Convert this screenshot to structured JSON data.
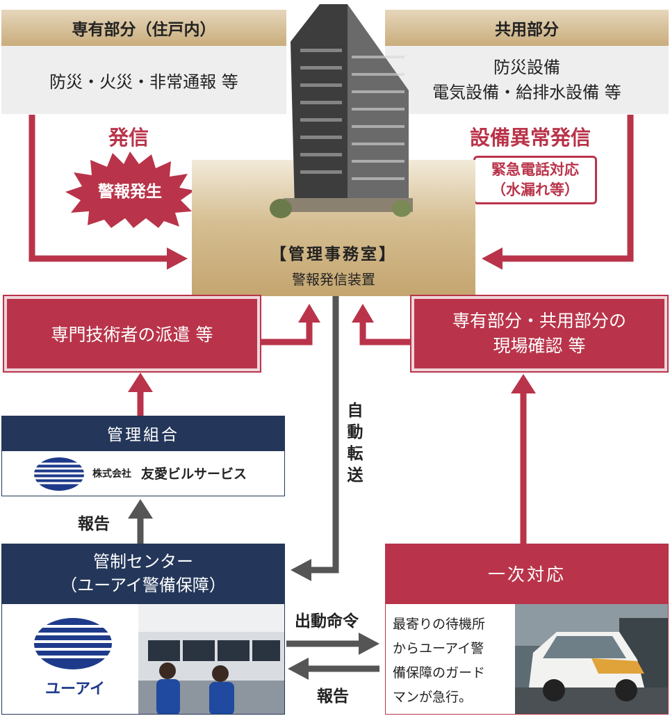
{
  "colors": {
    "accent_red": "#b9344a",
    "navy": "#24375a",
    "gold": "#c9ad7c",
    "arrow_grey": "#555555"
  },
  "private_area": {
    "header": "専有部分（住戸内）",
    "body": "防災・火災・非常通報 等",
    "send_label": "発信",
    "burst_label": "警報発生"
  },
  "common_area": {
    "header": "共用部分",
    "body_line1": "防災設備",
    "body_line2": "電気設備・給排水設備 等",
    "send_label": "設備異常発信",
    "note_line1": "緊急電話対応",
    "note_line2": "（水漏れ等）"
  },
  "office": {
    "title": "【管理事務室】",
    "subtitle": "警報発信装置"
  },
  "dispatch_box": "専門技術者の派遣 等",
  "confirm_box": {
    "line1": "専有部分・共用部分の",
    "line2": "現場確認 等"
  },
  "auto_transfer": [
    "自",
    "動",
    "転",
    "送"
  ],
  "association": {
    "header": "管理組合",
    "company_prefix": "株式会社",
    "company_name": "友愛ビルサービス"
  },
  "report_up": "報告",
  "control_center": {
    "line1": "管制センター",
    "line2": "（ユーアイ警備保障）",
    "logo_text": "ユーアイ"
  },
  "dispatch_order": "出動命令",
  "report_back": "報告",
  "primary_response": {
    "header": "一次対応",
    "lines": [
      "最寄りの待機所",
      "からユーアイ警",
      "備保障のガード",
      "マンが急行。"
    ]
  }
}
